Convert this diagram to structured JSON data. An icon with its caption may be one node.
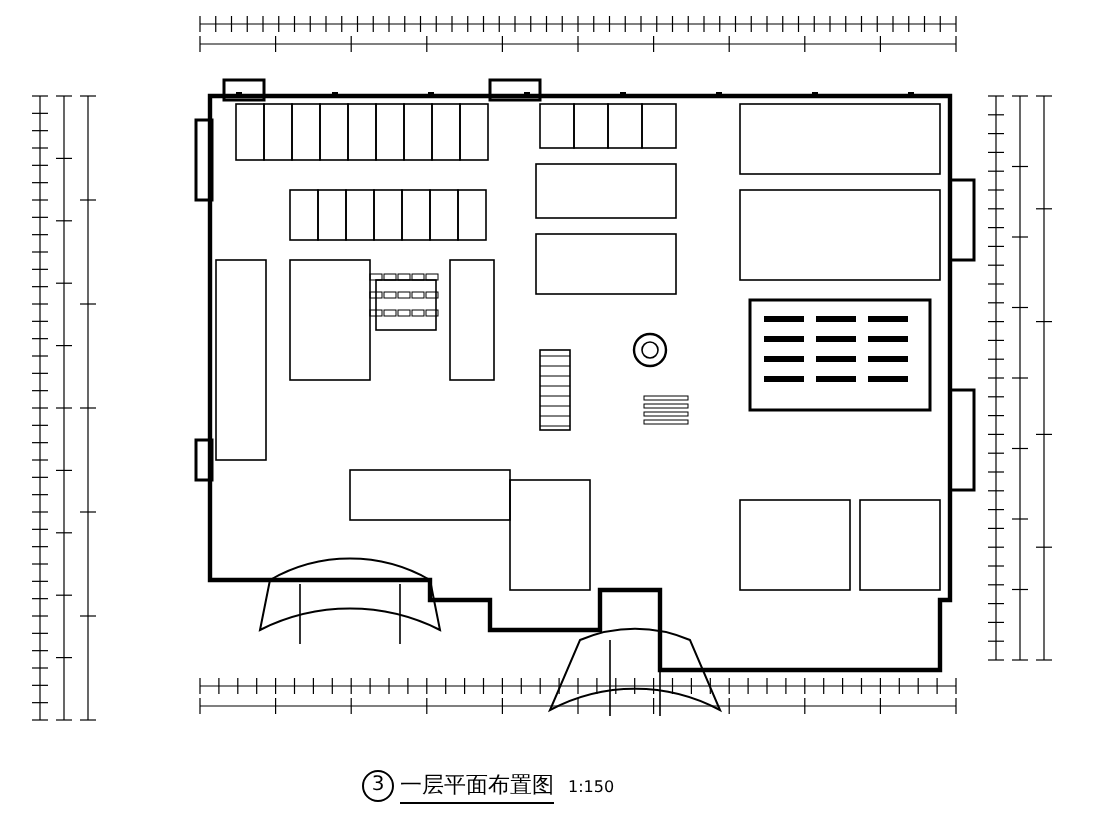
{
  "diagram": {
    "title": "一层平面布置图",
    "labels": [
      "3",
      "1:150"
    ]
  }
}
